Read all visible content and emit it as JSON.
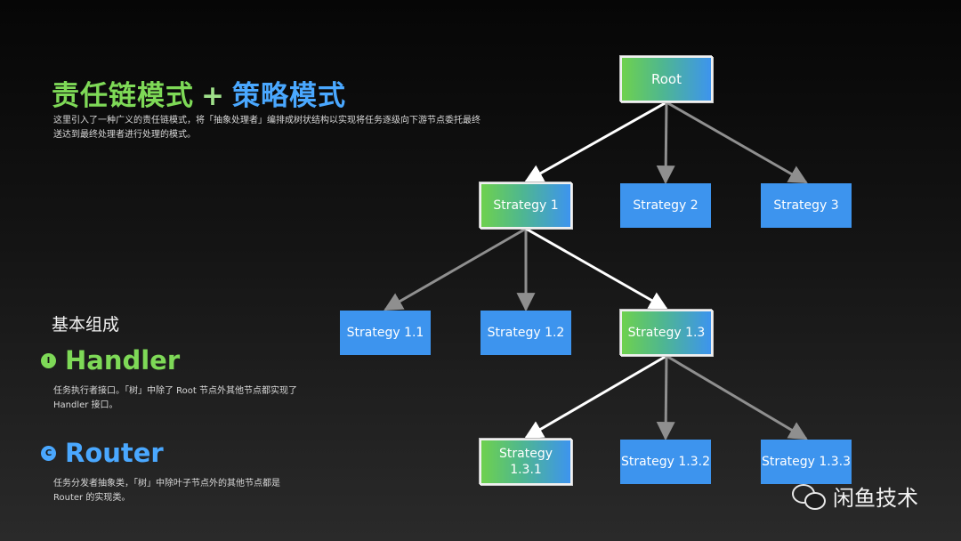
{
  "title": {
    "part1": "责任链模式",
    "plus": "+",
    "part2": "策略模式"
  },
  "description": "这里引入了一种广义的责任链模式，将「抽象处理者」编排成树状结构以实现将任务逐级向下游节点委托最终送达到最终处理者进行处理的模式。",
  "components": {
    "heading": "基本组成",
    "handler": {
      "badge": "I",
      "name": "Handler",
      "description": "任务执行者接口。「树」中除了 Root 节点外其他节点都实现了 Handler 接口。"
    },
    "router": {
      "badge": "C",
      "name": "Router",
      "description": "任务分发者抽象类，「树」中除叶子节点外的其他节点都是 Router 的实现类。"
    }
  },
  "tree": {
    "colors": {
      "handler_blue": "#3d94ee",
      "router_green": "#6ed14e",
      "edge": "#8f8f8f",
      "highlight_edge": "#ffffff"
    },
    "nodes": {
      "root": "Root",
      "s1": "Strategy 1",
      "s2": "Strategy 2",
      "s3": "Strategy 3",
      "s11": "Strategy 1.1",
      "s12": "Strategy 1.2",
      "s13": "Strategy 1.3",
      "s131": "Strategy 1.3.1",
      "s132": "Strategy 1.3.2",
      "s133": "Strategy 1.3.3"
    },
    "router_nodes": [
      "root",
      "s1",
      "s13",
      "s131"
    ],
    "edges": [
      {
        "from": "root",
        "to": "s1",
        "highlight": true
      },
      {
        "from": "root",
        "to": "s2",
        "highlight": false
      },
      {
        "from": "root",
        "to": "s3",
        "highlight": false
      },
      {
        "from": "s1",
        "to": "s11",
        "highlight": false
      },
      {
        "from": "s1",
        "to": "s12",
        "highlight": false
      },
      {
        "from": "s1",
        "to": "s13",
        "highlight": true
      },
      {
        "from": "s13",
        "to": "s131",
        "highlight": true
      },
      {
        "from": "s13",
        "to": "s132",
        "highlight": false
      },
      {
        "from": "s13",
        "to": "s133",
        "highlight": false
      }
    ]
  },
  "watermark": {
    "icon": "wechat-icon",
    "text": "闲鱼技术"
  }
}
